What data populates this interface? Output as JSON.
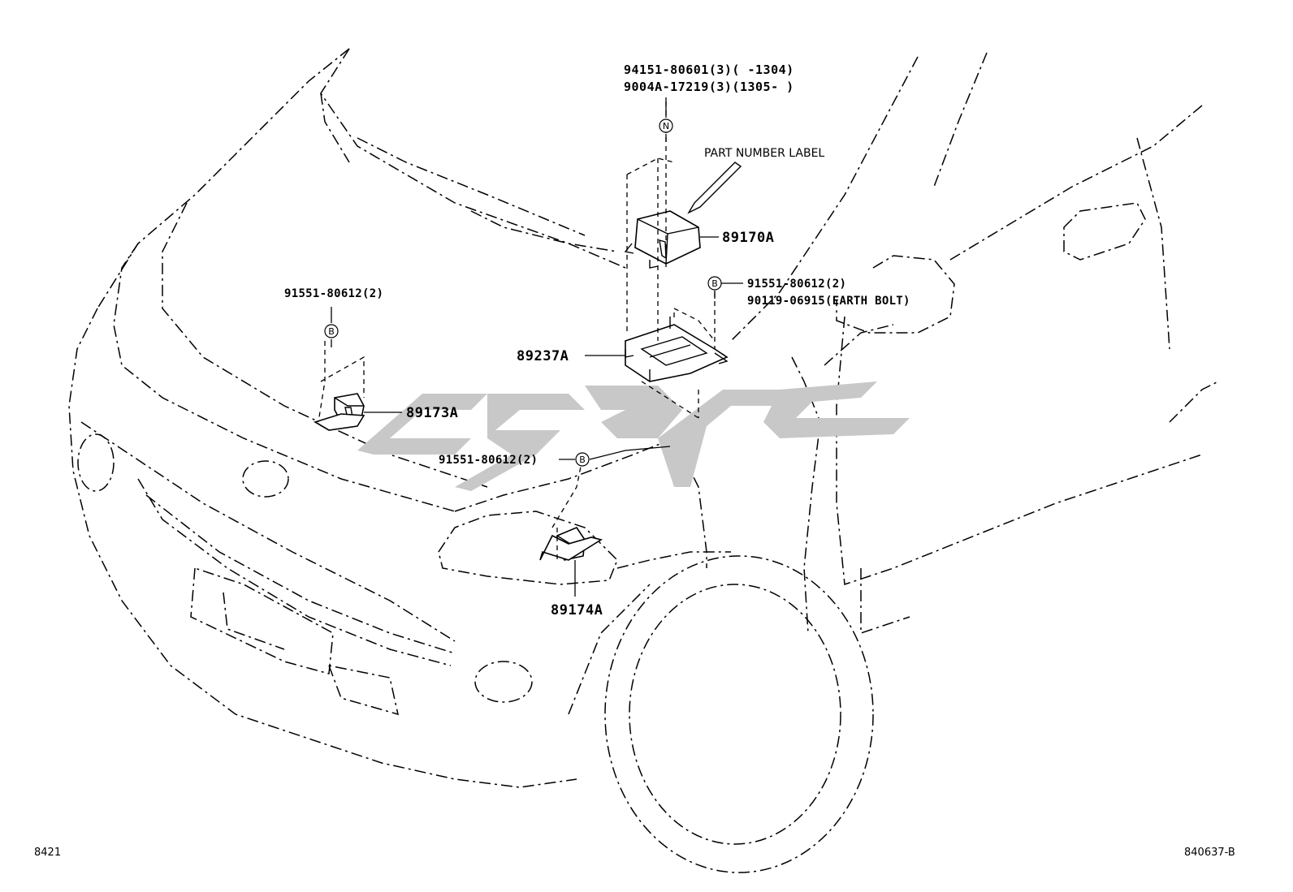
{
  "diagram": {
    "fasteners_top": {
      "line1": "94151-80601(3)(  -1304)",
      "line2": "9004A-17219(3)(1305-   )",
      "symbol": "N"
    },
    "part_number_label_note": "PART NUMBER LABEL",
    "parts": {
      "p89170A": "89170A",
      "p89237A": "89237A",
      "p89173A": "89173A",
      "p89174A": "89174A"
    },
    "bolt_callout_right": {
      "symbol": "B",
      "line1": "91551-80612(2)",
      "line2": "90119-06915(EARTH BOLT)"
    },
    "bolt_callout_left": {
      "symbol": "B",
      "label": "91551-80612(2)"
    },
    "bolt_callout_lower": {
      "symbol": "B",
      "label": "91551-80612(2)"
    },
    "footer": {
      "left_code": "8421",
      "right_code": "840637-B"
    }
  }
}
